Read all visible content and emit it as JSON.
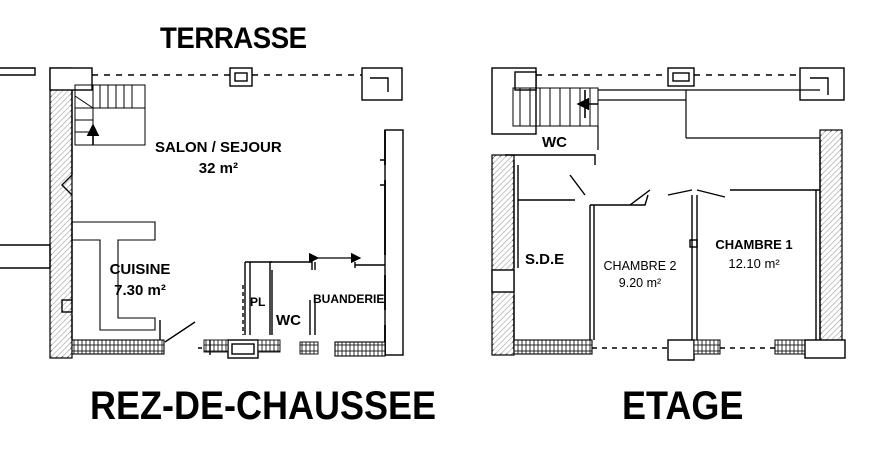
{
  "ground_floor": {
    "top_label": "TERRASSE",
    "title": "REZ-DE-CHAUSSEE",
    "salon": {
      "name": "SALON / SEJOUR",
      "area": "32 m²"
    },
    "cuisine": {
      "name": "CUISINE",
      "area": "7.30 m²"
    },
    "pl": "PL",
    "wc": "WC",
    "buanderie": "BUANDERIE"
  },
  "upper_floor": {
    "title": "ETAGE",
    "wc": "WC",
    "sde": "S.D.E",
    "chambre2": {
      "name": "CHAMBRE 2",
      "area": "9.20 m²"
    },
    "chambre1": {
      "name": "CHAMBRE 1",
      "area": "12.10 m²"
    }
  },
  "colors": {
    "line": "#000000",
    "wall_fill": "#ffffff",
    "hatch": "#444444"
  }
}
